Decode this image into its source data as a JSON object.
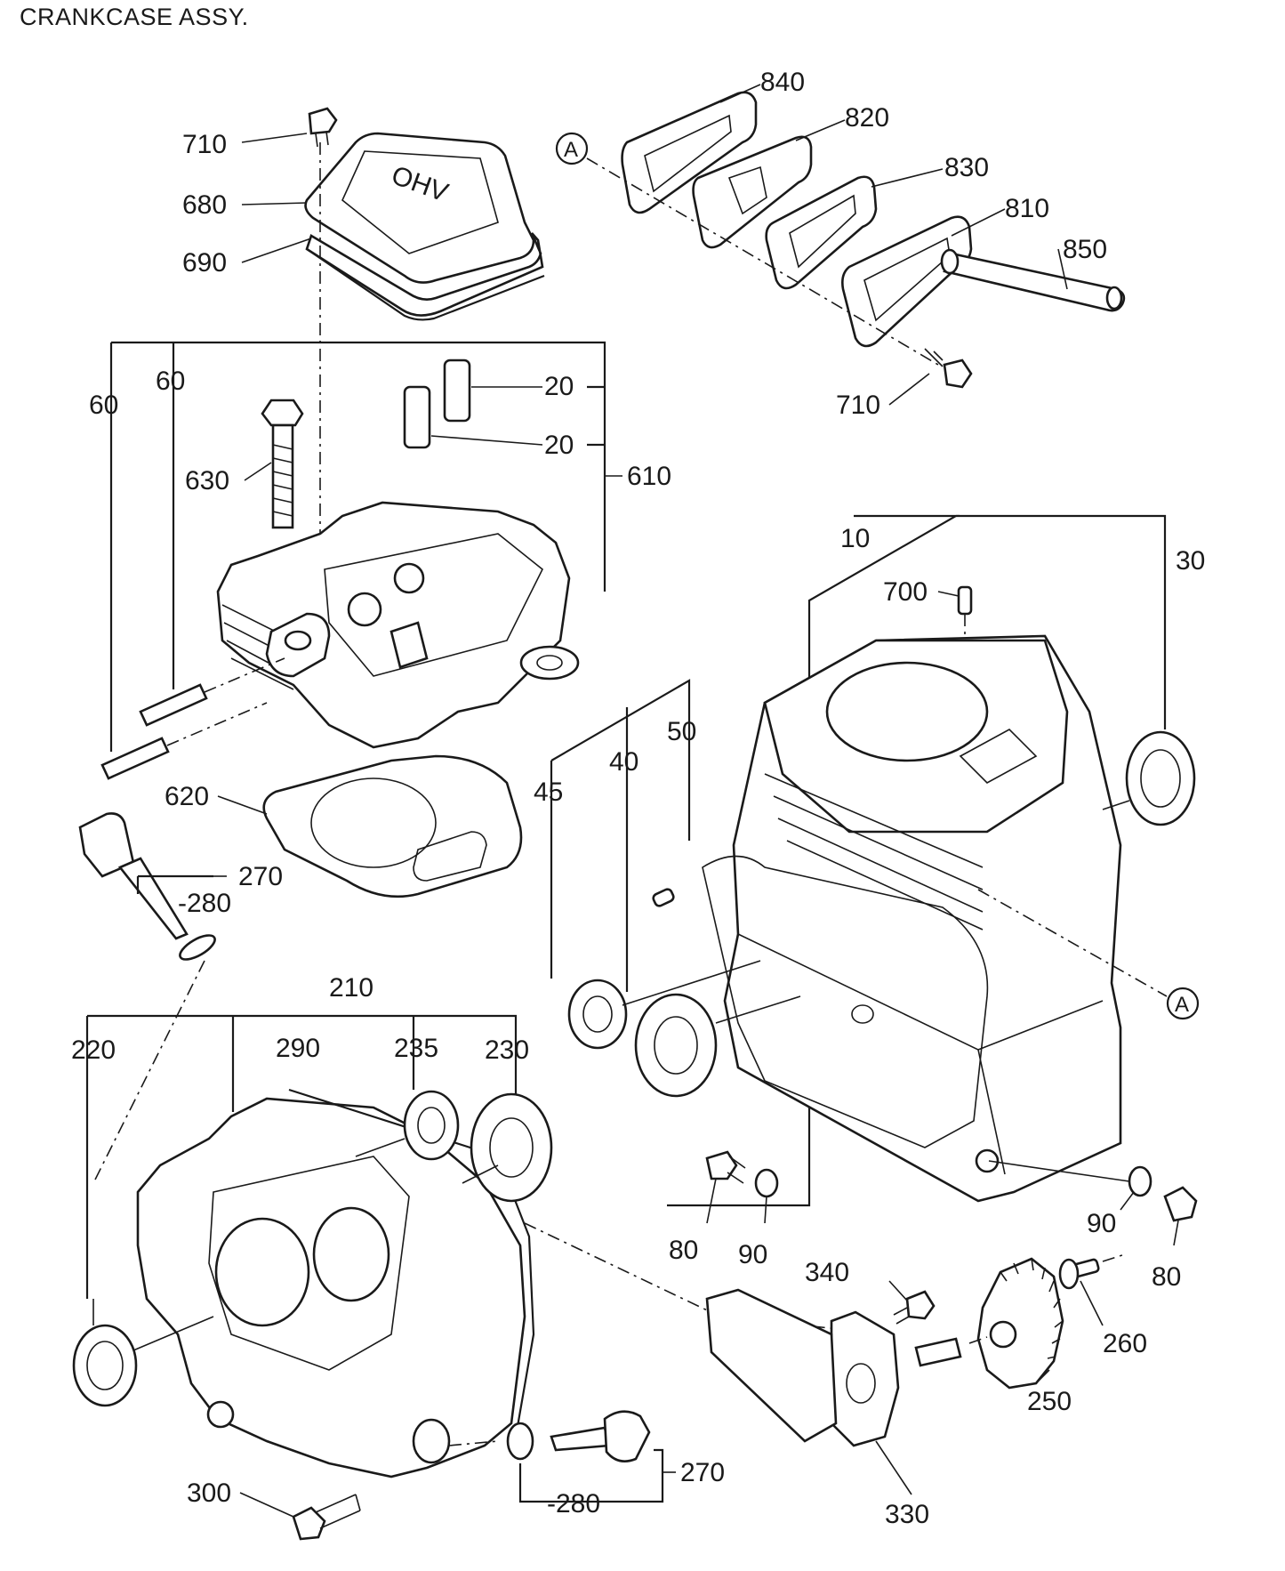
{
  "title": "CRANKCASE ASSY.",
  "cover_text": "OHV",
  "reference_marker": "A",
  "labels": {
    "p840": "840",
    "p820": "820",
    "p830": "830",
    "p810": "810",
    "p850": "850",
    "p710a": "710",
    "p710b": "710",
    "p680": "680",
    "p690": "690",
    "p60a": "60",
    "p60b": "60",
    "p20a": "20",
    "p20b": "20",
    "p610": "610",
    "p630": "630",
    "p10": "10",
    "p30": "30",
    "p700": "700",
    "p50": "50",
    "p40": "40",
    "p45": "45",
    "p620": "620",
    "p270a": "270",
    "p280a": "-280",
    "p210": "210",
    "p220": "220",
    "p290": "290",
    "p235": "235",
    "p230": "230",
    "p80a": "80",
    "p90a": "90",
    "p90b": "90",
    "p80b": "80",
    "p340": "340",
    "p260": "260",
    "p250": "250",
    "p330": "330",
    "p300": "300",
    "p270b": "270",
    "p280b": "-280"
  }
}
